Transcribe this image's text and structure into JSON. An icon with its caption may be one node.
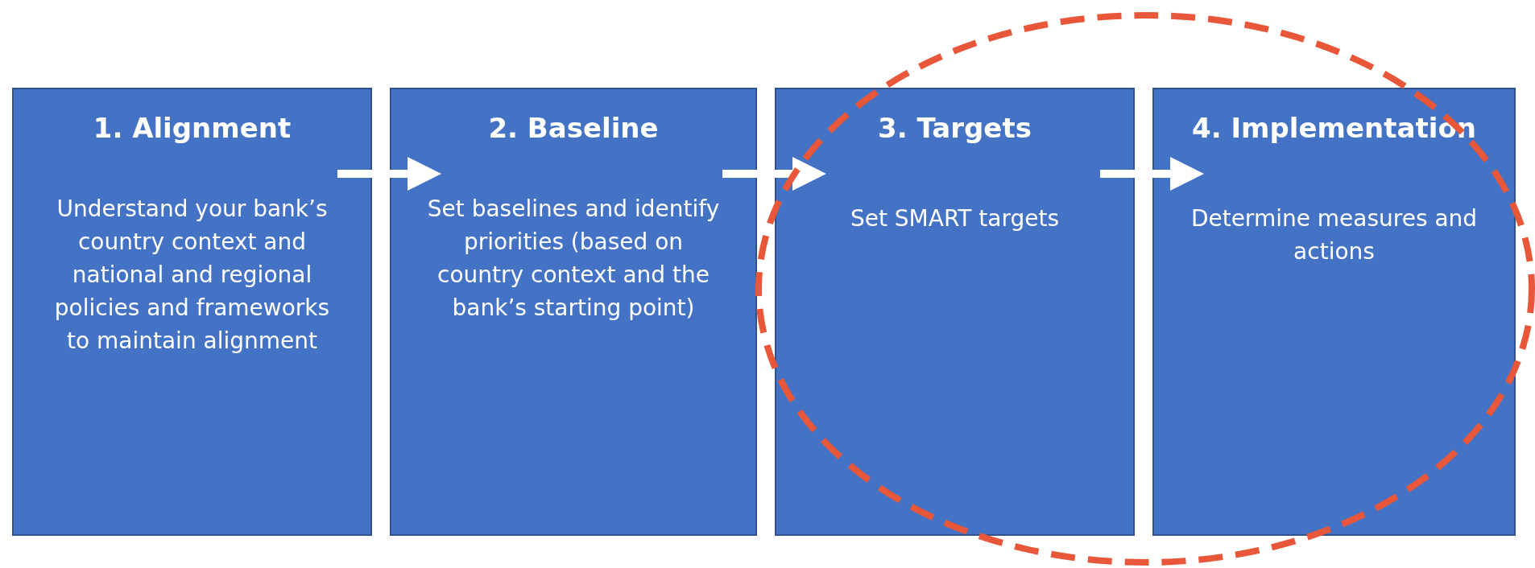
{
  "diagram": {
    "nodes": [
      {
        "text": [
          "1. Alignment",
          "Understand your bank’s country context and national and regional policies and frameworks to maintain alignment"
        ]
      },
      {
        "text": [
          "2. Baseline",
          "Set baselines and identify priorities (based on country context and the bank’s starting point)"
        ]
      },
      {
        "text": [
          "3. Targets",
          "Set SMART targets"
        ]
      },
      {
        "text": [
          "4. Implementation",
          "Determine measures and actions"
        ]
      }
    ],
    "edges": [
      {
        "from": 0,
        "to": 1,
        "arrow": "to"
      },
      {
        "from": 1,
        "to": 2,
        "arrow": "to"
      },
      {
        "from": 2,
        "to": 3,
        "arrow": "to"
      }
    ]
  }
}
